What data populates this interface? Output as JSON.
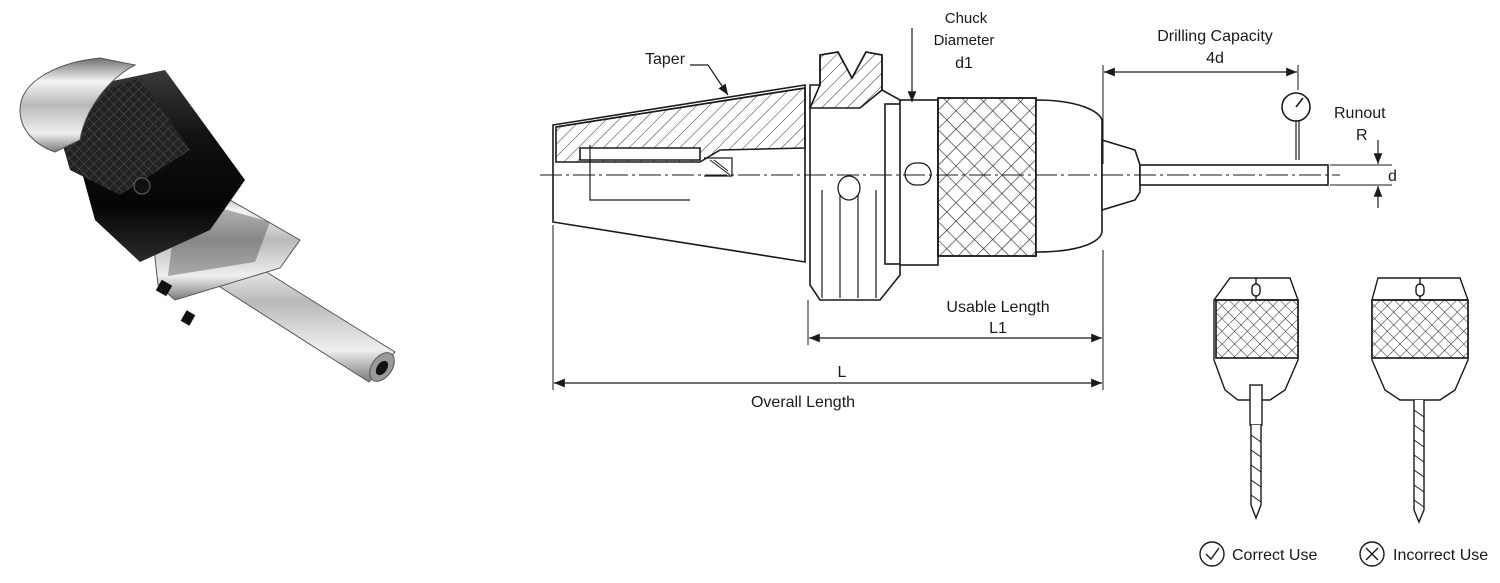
{
  "labels": {
    "taper": "Taper",
    "chuck_line1": "Chuck",
    "chuck_line2": "Diameter",
    "chuck_symbol": "d1",
    "drilling_capacity": "Drilling Capacity",
    "drilling_symbol": "4d",
    "runout": "Runout",
    "runout_symbol": "R",
    "drill_symbol": "d",
    "usable_length": "Usable Length",
    "usable_symbol": "L1",
    "overall_symbol": "L",
    "overall_length": "Overall Length"
  },
  "legend": {
    "correct": "Correct Use",
    "incorrect": "Incorrect Use"
  },
  "icons": {
    "correct": "check-circle-icon",
    "incorrect": "x-circle-icon"
  }
}
